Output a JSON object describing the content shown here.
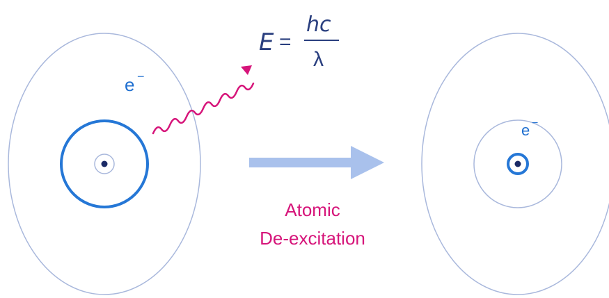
{
  "equation": {
    "lhs": "E",
    "equals": "=",
    "numerator": "hc",
    "denominator": "λ"
  },
  "electron_label_left": "e",
  "electron_label_right": "e",
  "electron_charge": "−",
  "process_label": {
    "line1": "Atomic",
    "line2": "De-excitation"
  },
  "colors": {
    "orbit_outer": "#a9b8dc",
    "orbit_active": "#2577d6",
    "nucleus": "#1a2a66",
    "photon": "#d6157a",
    "arrow": "#a9c1ec",
    "label": "#d6157a",
    "electron_label": "#1f6fd0",
    "equation": "#2a3f7f"
  }
}
